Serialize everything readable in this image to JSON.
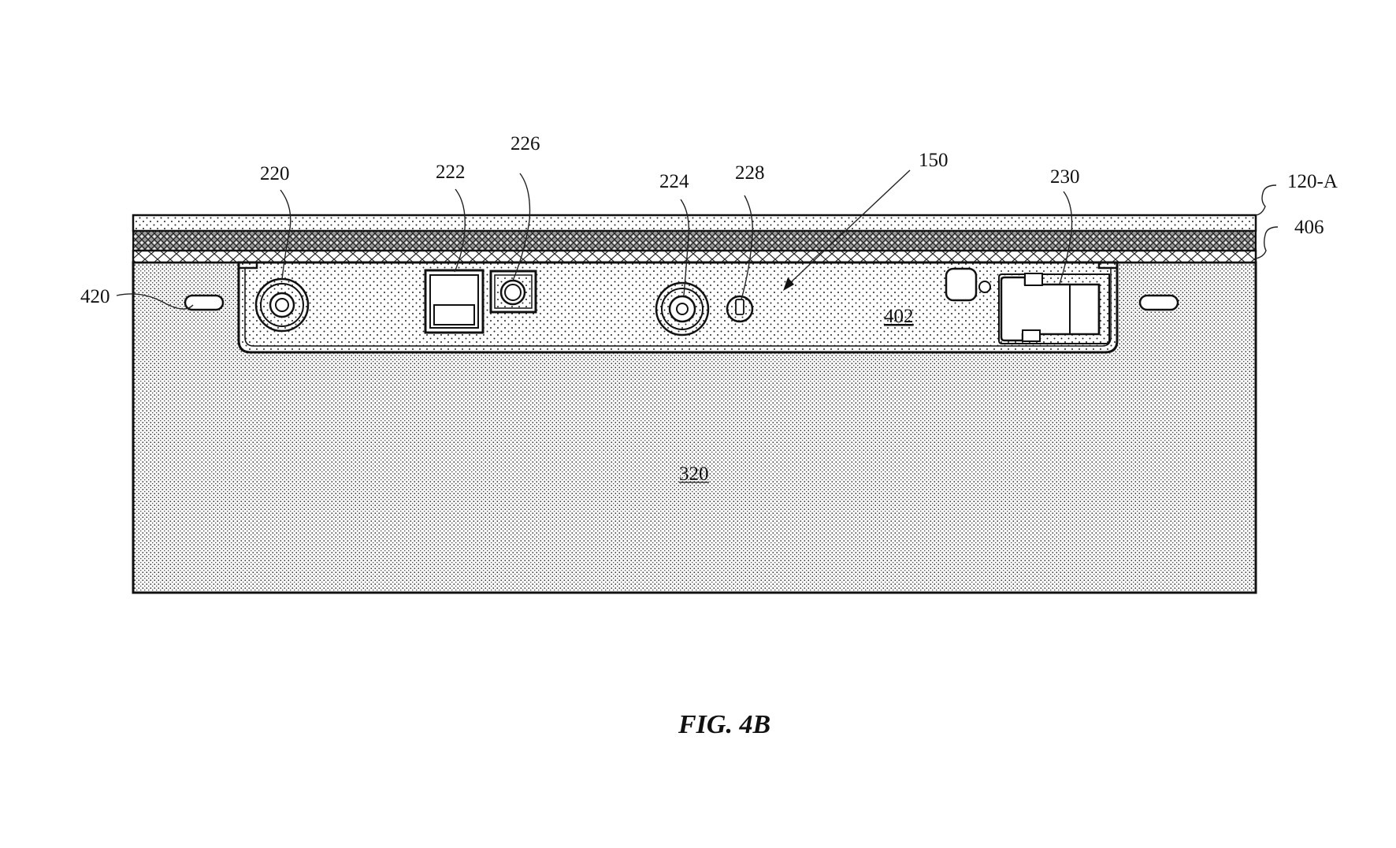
{
  "figure": {
    "caption": "FIG. 4B",
    "colors": {
      "ink": "#111111",
      "background": "#ffffff"
    },
    "reference_labels": {
      "camera_left": "220",
      "sensor_block": "222",
      "small_lens": "226",
      "camera_center": "224",
      "indicator": "228",
      "sensor_bar": "150",
      "connector": "230",
      "cover_layer": "120-A",
      "adhesive_layer": "406",
      "mount_slot": "420",
      "inner_panel": "402",
      "housing": "320"
    }
  }
}
